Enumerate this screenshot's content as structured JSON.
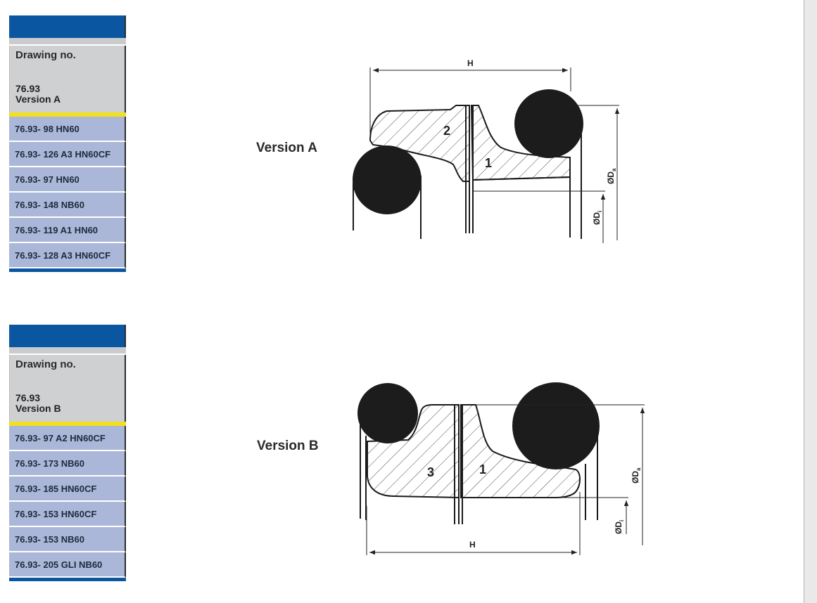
{
  "panels": [
    {
      "drawing_label": "Drawing no.",
      "drawing_no": "76.93",
      "version": "Version A",
      "items": [
        "76.93- 98 HN60",
        "76.93- 126 A3 HN60CF",
        "76.93- 97 HN60",
        "76.93- 148 NB60",
        "76.93- 119 A1 HN60",
        "76.93- 128 A3 HN60CF"
      ]
    },
    {
      "drawing_label": "Drawing no.",
      "drawing_no": "76.93",
      "version": "Version B",
      "items": [
        "76.93- 97 A2 HN60CF",
        "76.93- 173 NB60",
        "76.93- 185 HN60CF",
        "76.93- 153 HN60CF",
        "76.93- 153 NB60",
        "76.93- 205 GLI NB60"
      ]
    }
  ],
  "drawings": {
    "a": {
      "title": "Version A",
      "dim_h": "H",
      "dim_da": "ØD",
      "dim_da_sub": "a",
      "dim_di": "ØD",
      "dim_di_sub": "i",
      "part_1": "1",
      "part_2": "2"
    },
    "b": {
      "title": "Version B",
      "dim_h": "H",
      "dim_da": "ØD",
      "dim_da_sub": "a",
      "dim_di": "ØD",
      "dim_di_sub": "i",
      "part_1": "1",
      "part_3": "3"
    }
  },
  "colors": {
    "header_blue": "#0a56a0",
    "row_blue": "#aab7d8",
    "info_gray": "#cfd0d2",
    "accent_yellow": "#f2e01f"
  }
}
